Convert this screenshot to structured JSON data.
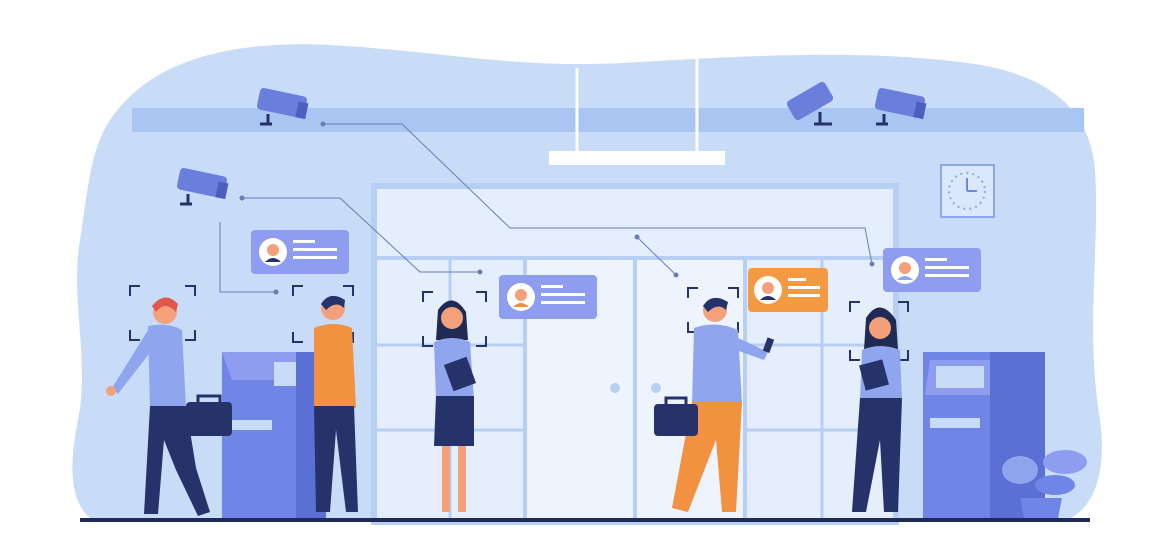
{
  "scene": {
    "description_label": "",
    "colors": {
      "background_blob": "#c9dcf7",
      "ceiling_band": "#a9c6f2",
      "wall_light": "#e4eefc",
      "door_frame": "#b7cff3",
      "machine": "#6f86e6",
      "machine_dark": "#5a70d4",
      "camera": "#6a7fdc",
      "id_card": "#8e9df0",
      "id_card_highlight": "#f59a43",
      "skin": "#f4a07a",
      "navy": "#26336b",
      "orange": "#f2913f",
      "shirt_light": "#8fa6ee",
      "floor": "#1f2a55"
    },
    "cameras": [
      {
        "name": "security-camera-icon"
      },
      {
        "name": "security-camera-icon"
      },
      {
        "name": "security-camera-icon"
      },
      {
        "name": "security-camera-icon"
      }
    ],
    "id_cards": [
      {
        "name": "face-id-card",
        "highlighted": false
      },
      {
        "name": "face-id-card",
        "highlighted": false
      },
      {
        "name": "face-id-card",
        "highlighted": true
      },
      {
        "name": "face-id-card",
        "highlighted": false
      }
    ],
    "people": [
      {
        "name": "man-with-briefcase"
      },
      {
        "name": "man-in-orange-shirt"
      },
      {
        "name": "woman-with-folder"
      },
      {
        "name": "man-with-phone"
      },
      {
        "name": "woman-with-tablet"
      }
    ]
  }
}
